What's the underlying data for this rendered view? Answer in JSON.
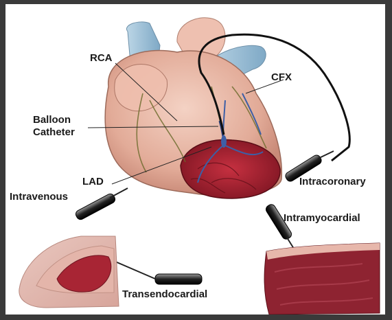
{
  "labels": {
    "rca": "RCA",
    "cfx": "CFX",
    "balloon_line1": "Balloon",
    "balloon_line2": "Catheter",
    "lad": "LAD",
    "intravenous": "Intravenous",
    "intracoronary": "Intracoronary",
    "intramyocardial": "Intramyocardial",
    "transendocardial": "Transendocardial"
  },
  "colors": {
    "frame": "#3a3a3a",
    "background": "#ffffff",
    "heart_flesh": "#e8b8a6",
    "infarct": "#a3202e",
    "vessel_blue": "#9fc4dc",
    "catheter": "#111111",
    "label_text": "#1a1a1a"
  }
}
